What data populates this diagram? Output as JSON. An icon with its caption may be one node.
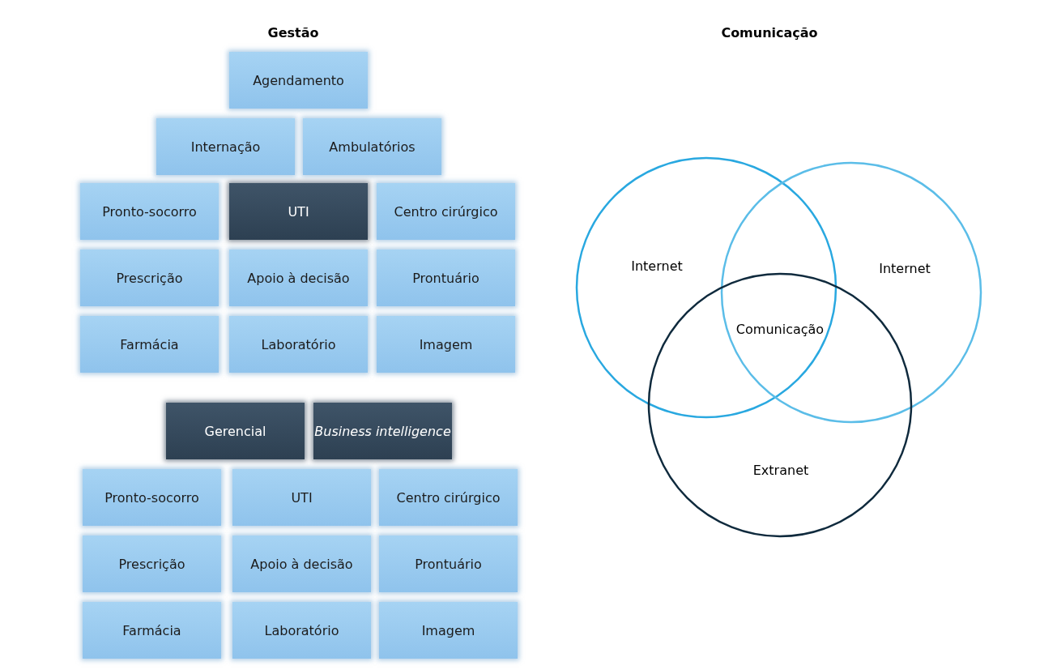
{
  "diagram": {
    "nodes": [
      {
        "text": [
          "Agendamento"
        ]
      },
      {
        "text": [
          "Internação"
        ]
      },
      {
        "text": [
          "Ambulatórios"
        ]
      },
      {
        "text": [
          "Pronto-socorro"
        ]
      },
      {
        "text": [
          "UTI"
        ]
      },
      {
        "text": [
          "Centro cirúrgico"
        ]
      },
      {
        "text": [
          "Prescrição"
        ]
      },
      {
        "text": [
          "Apoio à decisão"
        ]
      },
      {
        "text": [
          "Prontuário"
        ]
      },
      {
        "text": [
          "Farmácia"
        ]
      },
      {
        "text": [
          "Laboratório"
        ]
      },
      {
        "text": [
          "Imagem"
        ]
      },
      {
        "text": [
          "Gerencial"
        ]
      },
      {
        "text": [
          "Business intelligence"
        ]
      },
      {
        "text": [
          "Pronto-socorro"
        ]
      },
      {
        "text": [
          "UTI"
        ]
      },
      {
        "text": [
          "Centro cirúrgico"
        ]
      },
      {
        "text": [
          "Prescrição"
        ]
      },
      {
        "text": [
          "Apoio à decisão"
        ]
      },
      {
        "text": [
          "Prontuário"
        ]
      },
      {
        "text": [
          "Farmácia"
        ]
      },
      {
        "text": [
          "Laboratório"
        ]
      },
      {
        "text": [
          "Imagem"
        ]
      },
      {
        "text": [
          "Internet"
        ]
      },
      {
        "text": [
          "Internet"
        ]
      },
      {
        "text": [
          "Extranet"
        ]
      }
    ],
    "labels": [
      "Gestão",
      "Comunicação",
      "Comunicação"
    ]
  }
}
